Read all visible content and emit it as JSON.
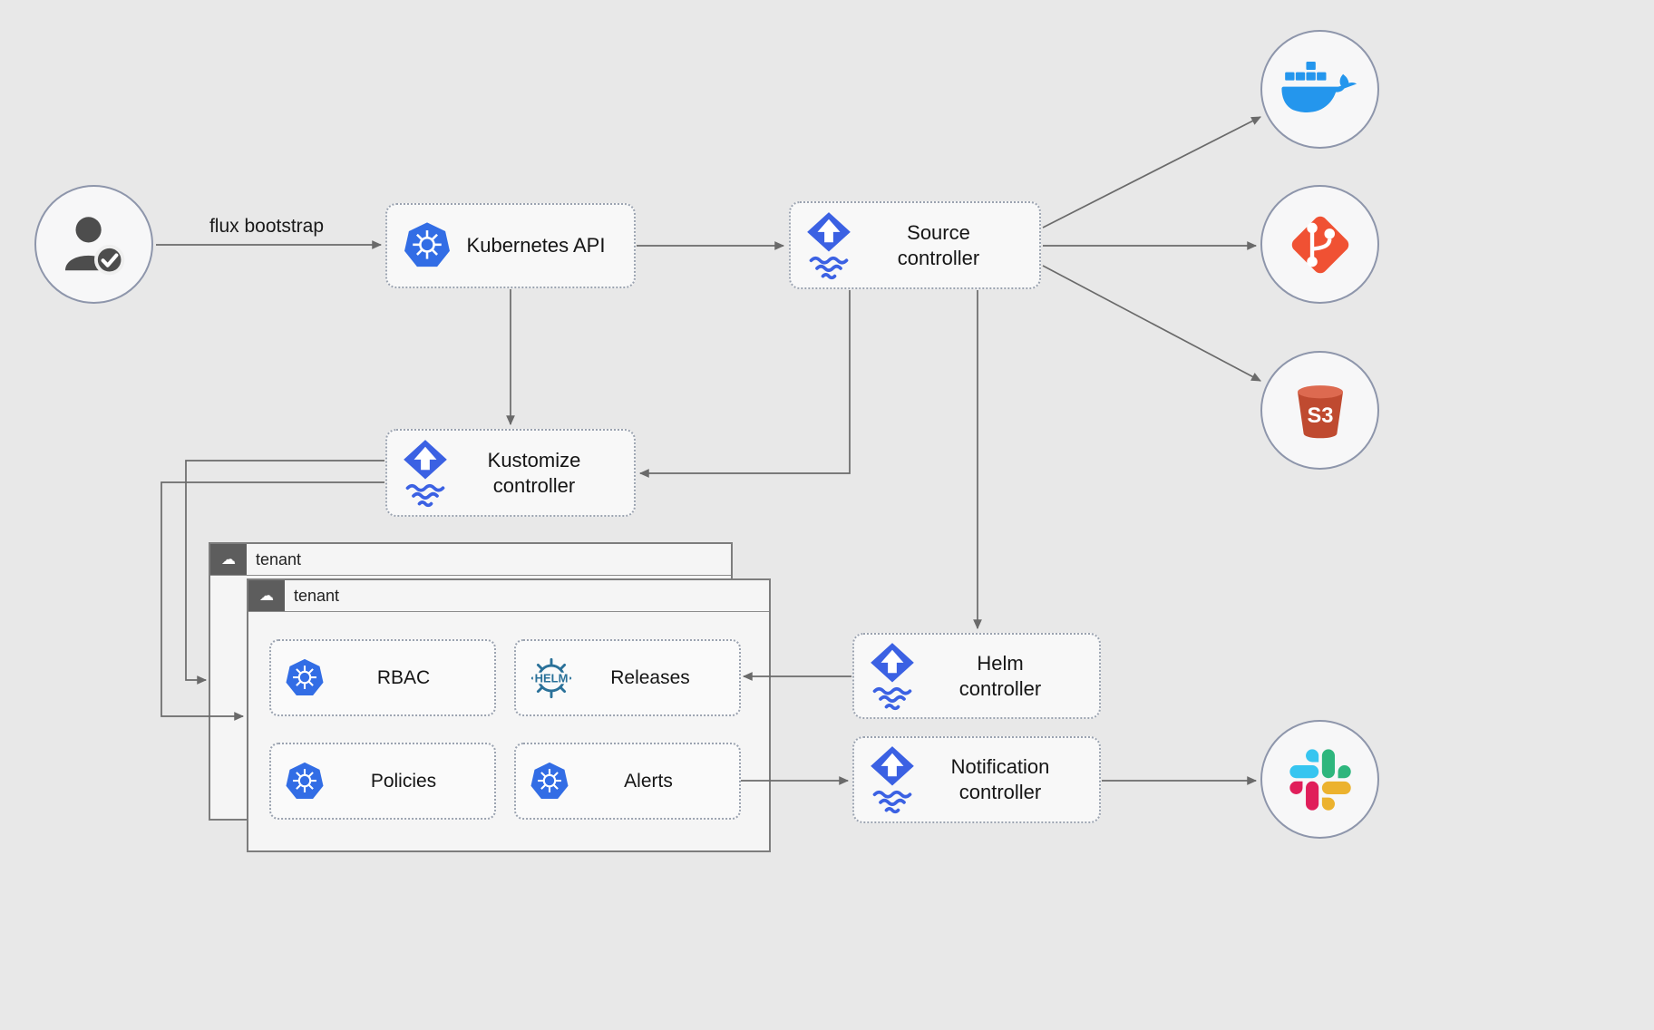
{
  "diagram": {
    "type": "flux-gitops-architecture",
    "bootstrap_label": "flux bootstrap",
    "cloud_glyph": "☁",
    "nodes": {
      "kubernetes_api": {
        "label": "Kubernetes API",
        "icon": "kubernetes-icon"
      },
      "source_controller": {
        "label": "Source\ncontroller",
        "icon": "flux-icon"
      },
      "kustomize_controller": {
        "label": "Kustomize\ncontroller",
        "icon": "flux-icon"
      },
      "helm_controller": {
        "label": "Helm\ncontroller",
        "icon": "flux-icon"
      },
      "notification_controller": {
        "label": "Notification\ncontroller",
        "icon": "flux-icon"
      }
    },
    "tenants": {
      "back": {
        "label": "tenant",
        "icon": "cloud-icon"
      },
      "front": {
        "label": "tenant",
        "icon": "cloud-icon"
      }
    },
    "tenant_items": {
      "rbac": {
        "label": "RBAC",
        "icon": "kubernetes-icon"
      },
      "releases": {
        "label": "Releases",
        "icon": "helm-icon"
      },
      "policies": {
        "label": "Policies",
        "icon": "kubernetes-icon"
      },
      "alerts": {
        "label": "Alerts",
        "icon": "kubernetes-icon"
      }
    },
    "externals": {
      "user": {
        "icon": "user-check-icon"
      },
      "docker": {
        "icon": "docker-icon"
      },
      "git": {
        "icon": "git-icon"
      },
      "s3": {
        "icon": "s3-bucket-icon"
      },
      "slack": {
        "icon": "slack-icon"
      }
    },
    "icon_text": {
      "helm": "HELM",
      "s3": "S3"
    },
    "colors": {
      "background": "#e8e8e8",
      "flux_blue": "#3b61e3",
      "kubernetes_blue": "#326de5",
      "docker_blue": "#2496ed",
      "git_orange": "#f05133",
      "s3_red": "#bf4a30",
      "helm_teal": "#2a7199",
      "slack_blue": "#36c5f0",
      "slack_green": "#2eb67d",
      "slack_yellow": "#ecb22e",
      "slack_pink": "#e01e5a",
      "connector_gray": "#6a6a6a"
    }
  }
}
